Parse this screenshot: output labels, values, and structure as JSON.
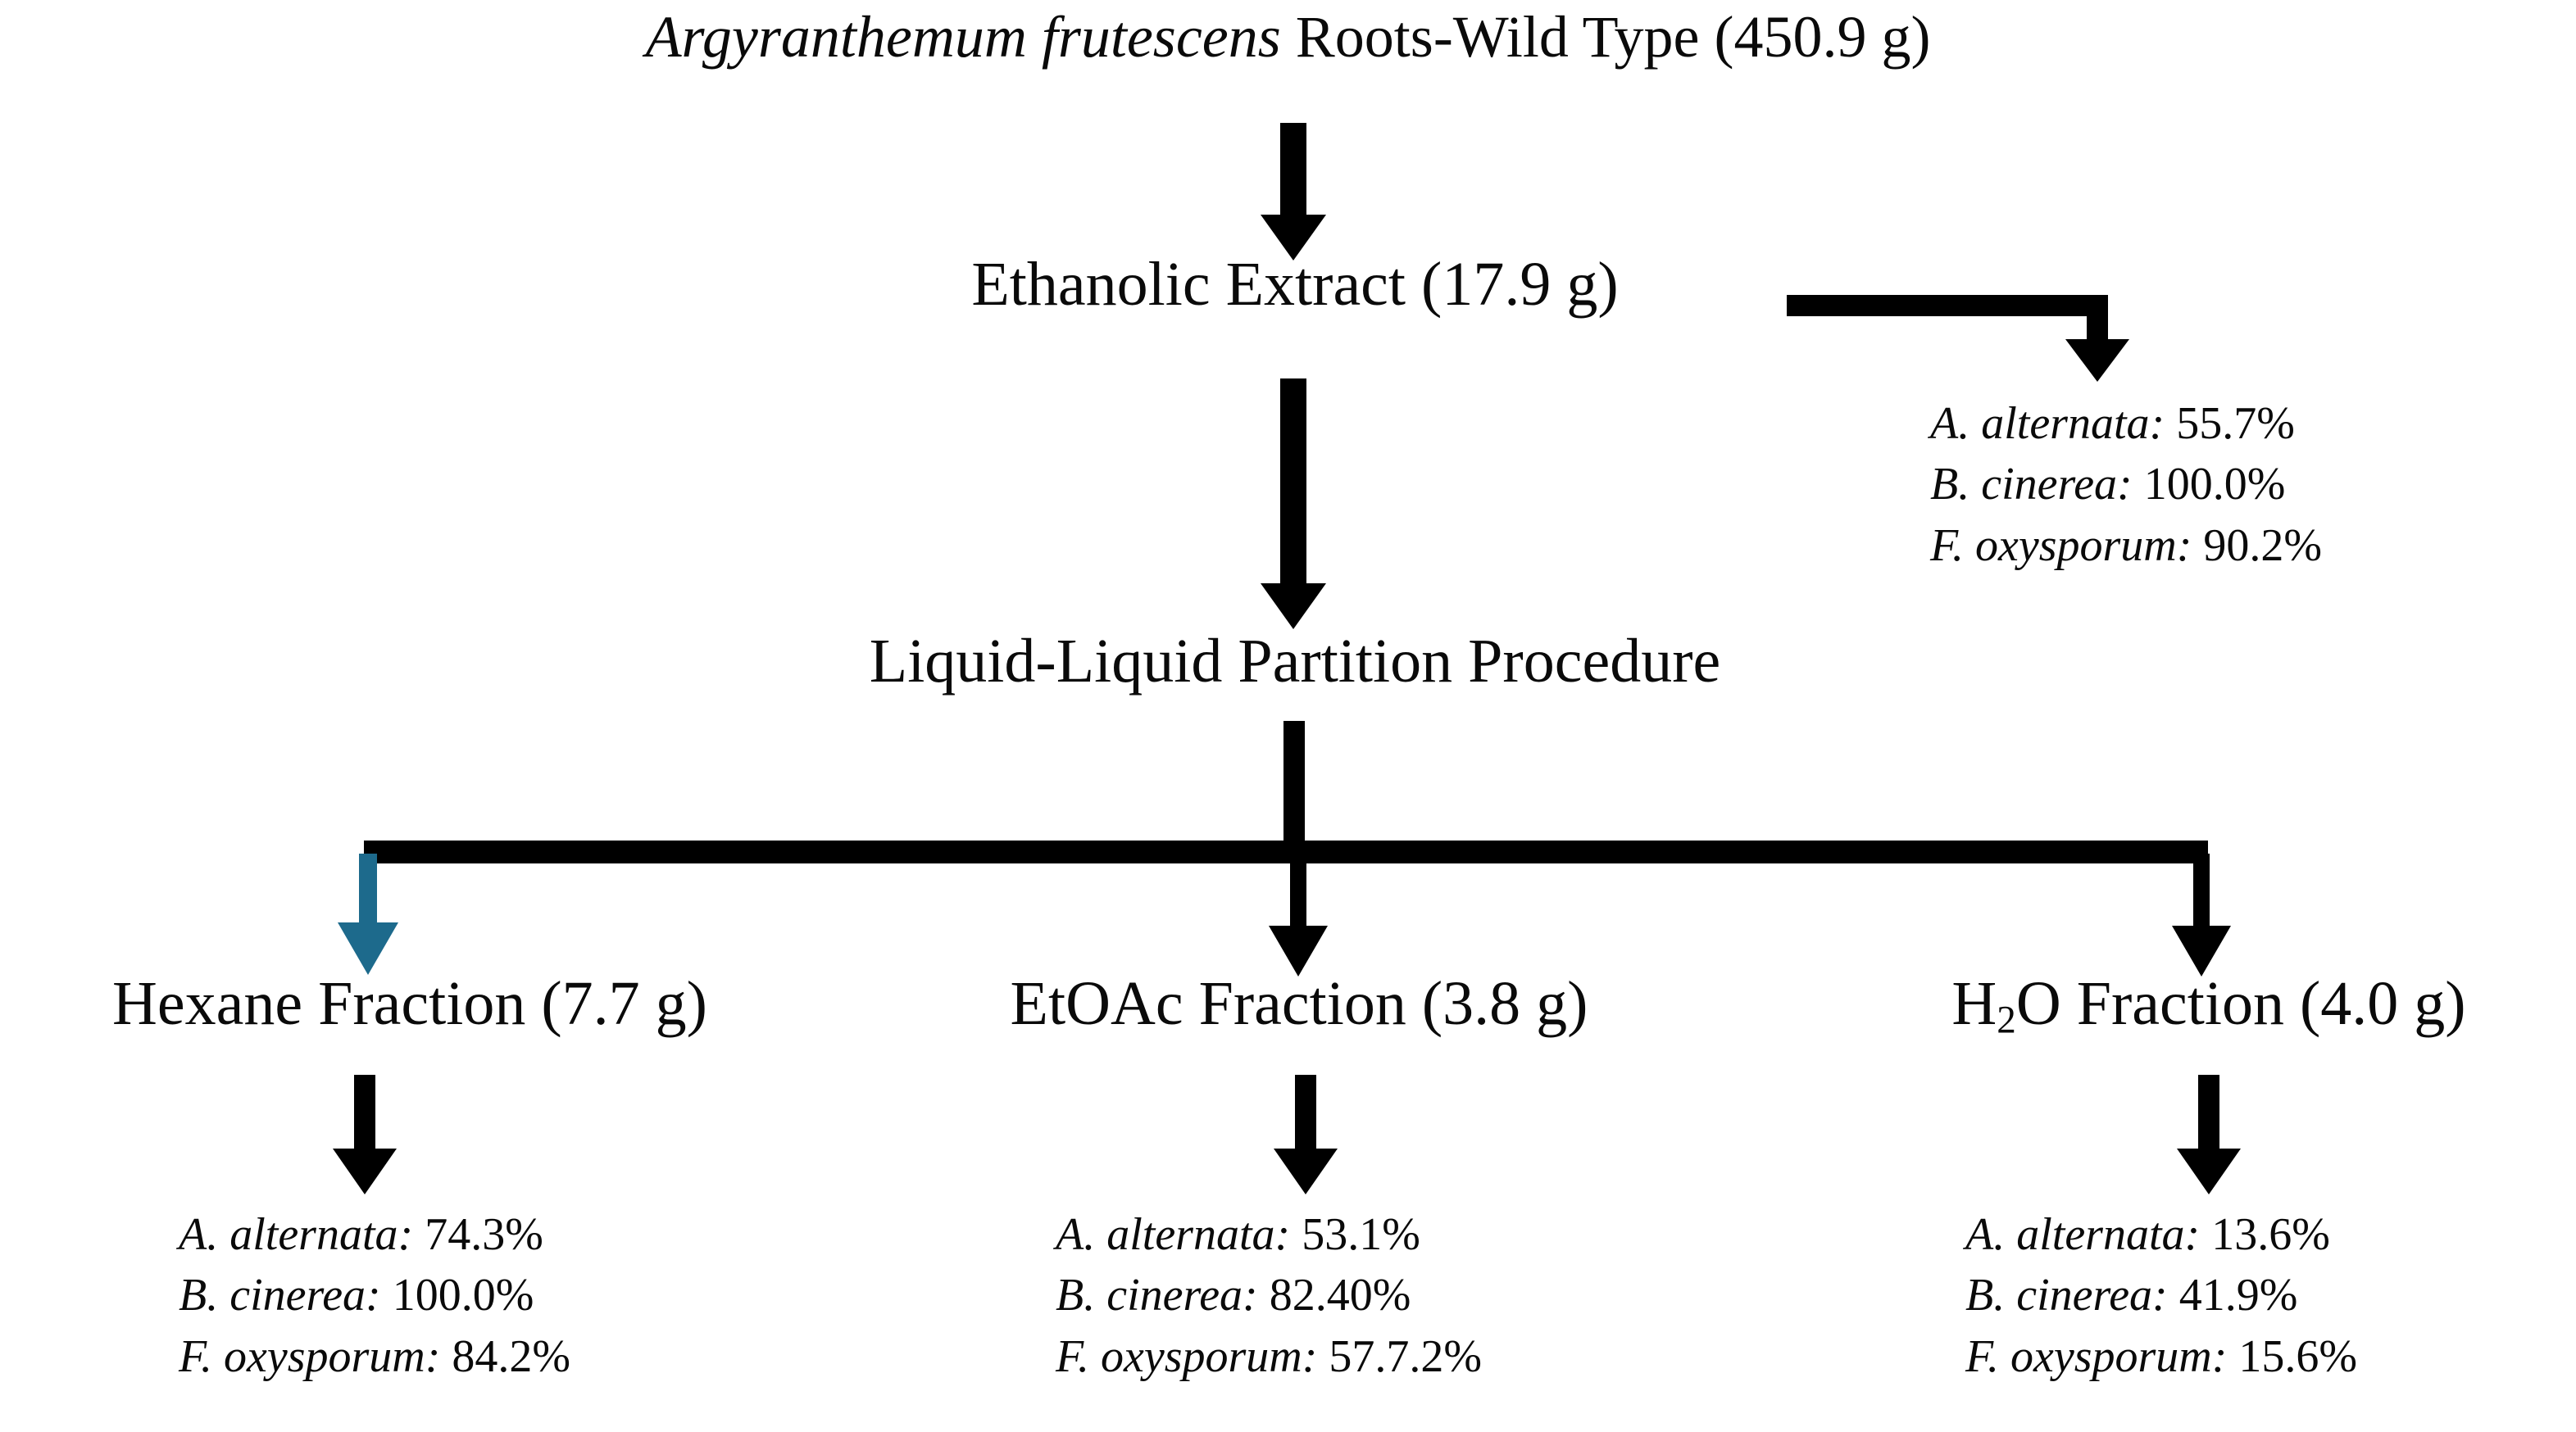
{
  "figure": {
    "kind": "bioassay-guided-fractionation-flowchart",
    "colors": {
      "ink": "#0a0a0a",
      "connector": "#000000",
      "highlight_arrow": "#1d6a8c"
    }
  },
  "nodes": {
    "source": {
      "species_italic": "Argyranthemum frutescens",
      "rest": " Roots-Wild Type (450.9 g)"
    },
    "extract": {
      "label": "Ethanolic Extract (17.9 g)"
    },
    "partition": {
      "label": "Liquid-Liquid Partition Procedure"
    },
    "fractions": [
      {
        "key": "hexane",
        "label": "Hexane Fraction  (7.7 g)"
      },
      {
        "key": "etoac",
        "label": "EtOAc Fraction (3.8 g)"
      },
      {
        "key": "water",
        "label_pre": "H",
        "label_sub": "2",
        "label_post": "O Fraction (4.0 g)"
      }
    ]
  },
  "assays": {
    "extract": [
      {
        "species": "A. alternata:",
        "value": " 55.7%"
      },
      {
        "species": "B. cinerea:",
        "value": " 100.0%"
      },
      {
        "species": "F. oxysporum:",
        "value": " 90.2%"
      }
    ],
    "hexane": [
      {
        "species": "A. alternata:",
        "value": " 74.3%"
      },
      {
        "species": "B. cinerea:",
        "value": " 100.0%"
      },
      {
        "species": "F. oxysporum:",
        "value": " 84.2%"
      }
    ],
    "etoac": [
      {
        "species": "A. alternata:",
        "value": " 53.1%"
      },
      {
        "species": "B. cinerea:",
        "value": " 82.40%"
      },
      {
        "species": "F. oxysporum:",
        "value": " 57.7.2%"
      }
    ],
    "water": [
      {
        "species": "A. alternata:",
        "value": " 13.6%"
      },
      {
        "species": "B. cinerea:",
        "value": " 41.9%"
      },
      {
        "species": "F. oxysporum:",
        "value": " 15.6%"
      }
    ]
  }
}
